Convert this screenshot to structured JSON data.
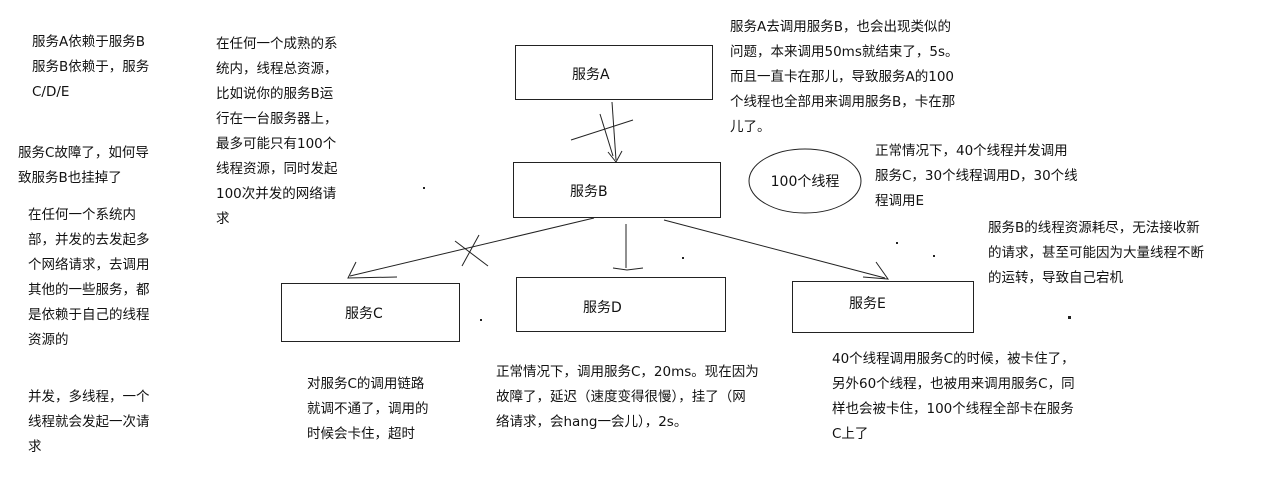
{
  "notes": {
    "dependency": "服务A依赖于服务B\n服务B依赖于，服务\nC/D/E",
    "question": "服务C故障了，如何导\n致服务B也挂掉了",
    "system_concurrency": "在任何一个系统内\n部，并发的去发起多\n个网络请求，去调用\n其他的一些服务，都\n是依赖于自己的线程\n资源的",
    "multi_thread": "并发，多线程，一个\n线程就会发起一次请\n求",
    "thread_resource": "在任何一个成熟的系\n统内，线程总资源，\n比如说你的服务B运\n行在一台服务器上，\n最多可能只有100个\n线程资源，同时发起\n100次并发的网络请\n求",
    "service_a_stuck": "服务A去调用服务B，也会出现类似的\n问题，本来调用50ms就结束了，5s。\n而且一直卡在那儿，导致服务A的100\n个线程也全部用来调用服务B，卡在那\n儿了。",
    "normal_distribution": "正常情况下，40个线程并发调用\n服务C，30个线程调用D，30个线\n程调用E",
    "exhausted": "服务B的线程资源耗尽，无法接收新\n的请求，甚至可能因为大量线程不断\n的运转，导致自己宕机",
    "chain_broken": "对服务C的调用链路\n就调不通了，调用的\n时候会卡住，超时",
    "latency": "正常情况下，调用服务C，20ms。现在因为\n故障了，延迟（速度变得很慢），挂了（网\n络请求，会hang一会儿），2s。",
    "all_stuck": "40个线程调用服务C的时候，被卡住了，\n另外60个线程，也被用来调用服务C，同\n样也会被卡住，100个线程全部卡在服务\nC上了"
  },
  "services": {
    "a": "服务A",
    "b": "服务B",
    "c": "服务C",
    "d": "服务D",
    "e": "服务E"
  },
  "thread_pool": "100个线程"
}
